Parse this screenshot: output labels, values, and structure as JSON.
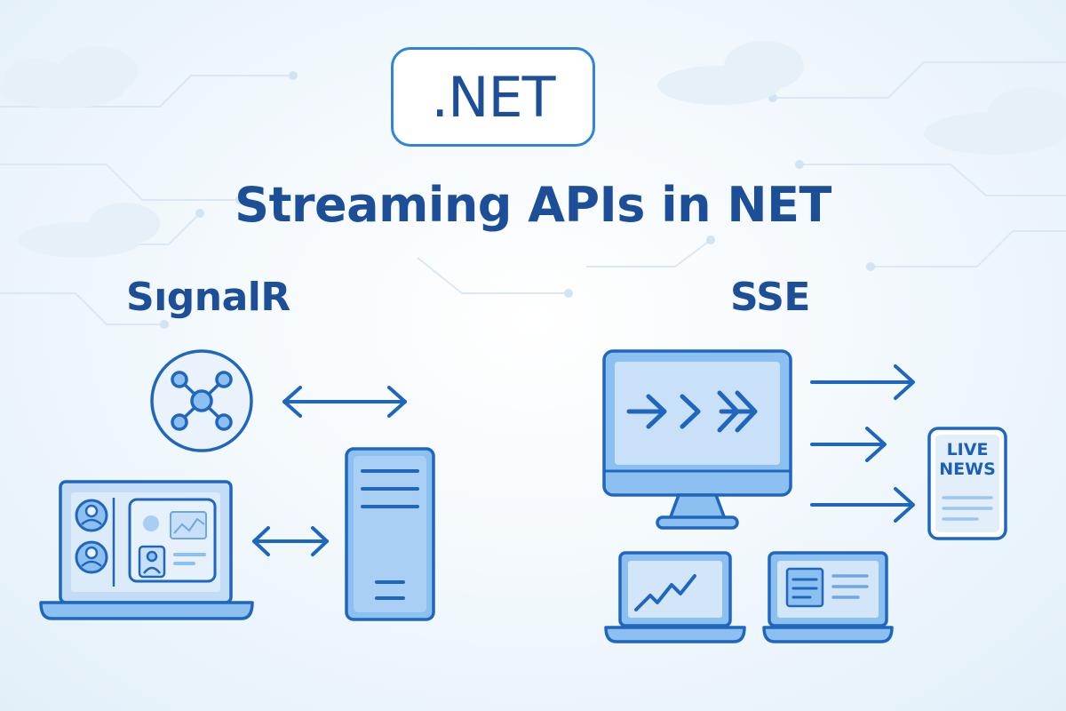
{
  "logo": {
    "label": ".NET"
  },
  "title": "Streaming APIs in NET",
  "sections": {
    "left": {
      "label": "SıgnalR"
    },
    "right": {
      "label": "SSE"
    }
  },
  "phone": {
    "line1": "LIVE",
    "line2": "NEWS"
  },
  "colors": {
    "primary_text": "#1c4f97",
    "accent_blue": "#2f84d8",
    "stroke": "#1f66be",
    "fill_light": "#c3dcf6",
    "fill_lighter": "#e1eefb",
    "background": "#eef6fc"
  },
  "icons": [
    "hub-network-icon",
    "bidirectional-arrow-icon",
    "laptop-video-call-icon",
    "server-tower-icon",
    "desktop-monitor-stream-icon",
    "right-arrow-icon",
    "phone-live-news-icon",
    "laptop-chart-icon",
    "tablet-document-icon"
  ]
}
